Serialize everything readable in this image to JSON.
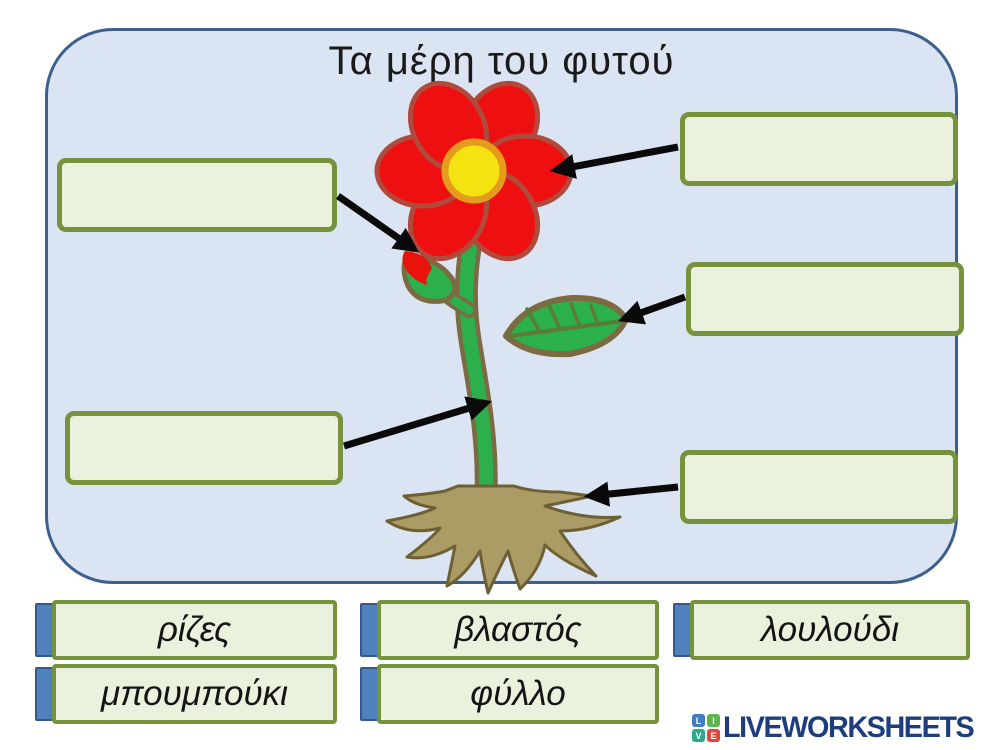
{
  "title": "Τα μέρη του φυτού",
  "answer_boxes": [
    {
      "target": "flower",
      "value": ""
    },
    {
      "target": "bud",
      "value": ""
    },
    {
      "target": "leaf",
      "value": ""
    },
    {
      "target": "stem",
      "value": ""
    },
    {
      "target": "roots",
      "value": ""
    }
  ],
  "word_bank": {
    "words": [
      {
        "label": "ρίζες"
      },
      {
        "label": "βλαστός"
      },
      {
        "label": "λουλούδι"
      },
      {
        "label": "μπουμπούκι"
      },
      {
        "label": "φύλλο"
      }
    ]
  },
  "logo": {
    "brand": "LIVEWORKSHEETS",
    "squares": [
      {
        "letter": "L",
        "color": "#3f7dc4"
      },
      {
        "letter": "I",
        "color": "#5cb54e"
      },
      {
        "letter": "V",
        "color": "#2ea98c"
      },
      {
        "letter": "E",
        "color": "#e2483d"
      }
    ]
  },
  "colors": {
    "panel_bg": "#dbe4f2",
    "panel_border": "#3d5f8e",
    "box_fill": "#eaf1dd",
    "box_border": "#76923c",
    "tab_fill": "#4f81bd",
    "tab_border": "#36588c",
    "arrow": "#0a0a0a",
    "petal_red": "#ee1010",
    "petal_outline": "#b04a3c",
    "center_yellow": "#f5e211",
    "center_ring": "#e59b1c",
    "plant_green": "#2cb04c",
    "plant_outline": "#7c6a42",
    "root_fill": "#ab9b64",
    "root_outline": "#6e5f35",
    "logo_navy": "#1d3d7c"
  }
}
